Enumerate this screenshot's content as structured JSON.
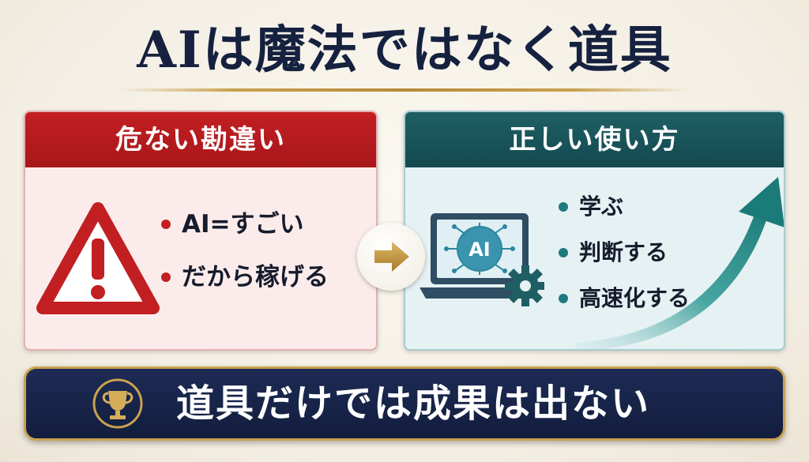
{
  "title": "AIは魔法ではなく道具",
  "left_panel": {
    "heading": "危ない勘違い",
    "items": [
      "AI=すごい",
      "だから稼げる"
    ],
    "icon": "warning-icon"
  },
  "right_panel": {
    "heading": "正しい使い方",
    "items": [
      "学ぶ",
      "判断する",
      "高速化する"
    ],
    "laptop_label": "AI",
    "icon": "laptop-ai-icon"
  },
  "banner": {
    "text": "道具だけでは成果は出ない",
    "icon": "trophy-icon"
  },
  "colors": {
    "navy": "#15213f",
    "red": "#c21f22",
    "teal": "#1f5f64",
    "gold": "#c9a24f"
  }
}
